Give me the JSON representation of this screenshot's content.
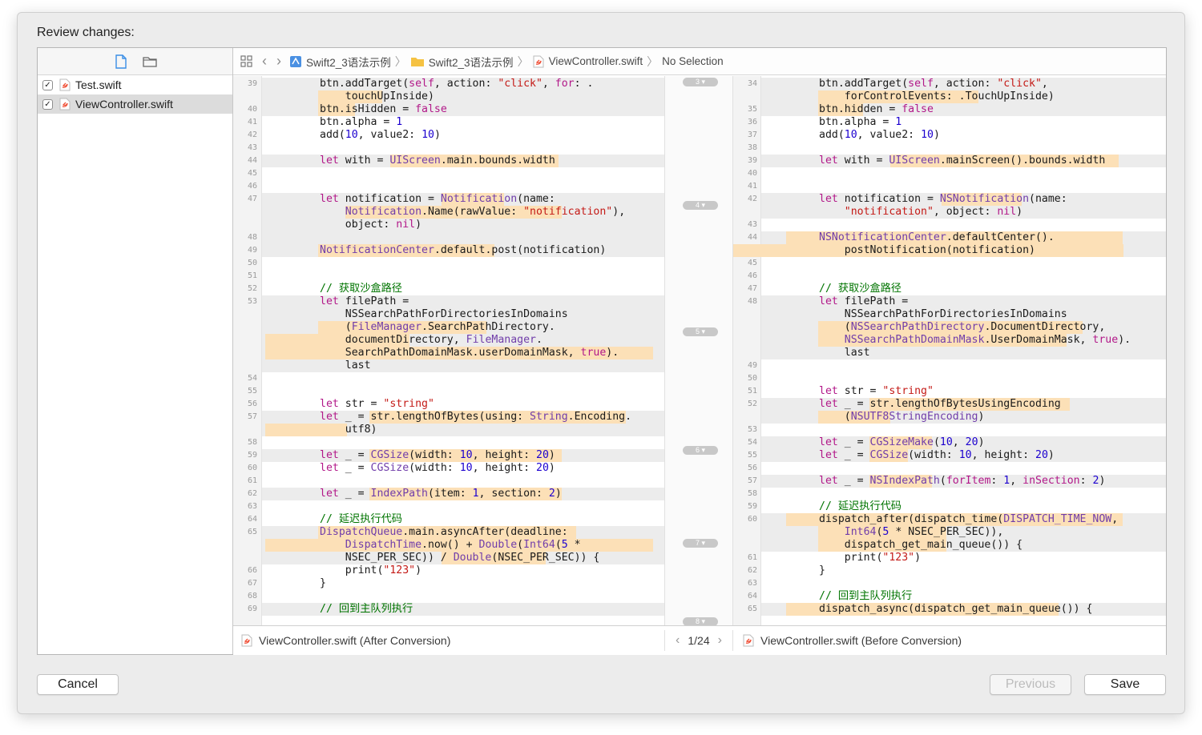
{
  "dialog": {
    "title": "Review changes:",
    "cancel_label": "Cancel",
    "previous_label": "Previous",
    "save_label": "Save"
  },
  "sidebar": {
    "files": [
      {
        "name": "Test.swift",
        "checked": true,
        "selected": false
      },
      {
        "name": "ViewController.swift",
        "checked": true,
        "selected": true
      }
    ]
  },
  "jumpbar": {
    "project": "Swift2_3语法示例",
    "folder": "Swift2_3语法示例",
    "file": "ViewController.swift",
    "selection": "No Selection"
  },
  "bottom": {
    "left_file": "ViewController.swift (After Conversion)",
    "counter": "1/24",
    "right_file": "ViewController.swift (Before Conversion)"
  },
  "change_markers": [
    "3",
    "4",
    "5",
    "6",
    "7",
    "8"
  ],
  "left_lines": [
    {
      "n": "39",
      "t": "btn.addTarget(self, action: \"click\", for: ."
    },
    {
      "n": "",
      "t": "    touchUpInside)"
    },
    {
      "n": "40",
      "t": "btn.isHidden = false"
    },
    {
      "n": "41",
      "t": "btn.alpha = 1"
    },
    {
      "n": "42",
      "t": "add(10, value2: 10)"
    },
    {
      "n": "43",
      "t": ""
    },
    {
      "n": "44",
      "t": "let with = UIScreen.main.bounds.width"
    },
    {
      "n": "45",
      "t": ""
    },
    {
      "n": "46",
      "t": ""
    },
    {
      "n": "47",
      "t": "let notification = Notification(name:"
    },
    {
      "n": "",
      "t": "    Notification.Name(rawValue: \"notification\"),"
    },
    {
      "n": "",
      "t": "    object: nil)"
    },
    {
      "n": "48",
      "t": ""
    },
    {
      "n": "49",
      "t": "NotificationCenter.default.post(notification)"
    },
    {
      "n": "50",
      "t": ""
    },
    {
      "n": "51",
      "t": ""
    },
    {
      "n": "52",
      "t": "// 获取沙盒路径"
    },
    {
      "n": "53",
      "t": "let filePath ="
    },
    {
      "n": "",
      "t": "    NSSearchPathForDirectoriesInDomains"
    },
    {
      "n": "",
      "t": "    (FileManager.SearchPathDirectory."
    },
    {
      "n": "",
      "t": "    documentDirectory, FileManager."
    },
    {
      "n": "",
      "t": "    SearchPathDomainMask.userDomainMask, true)."
    },
    {
      "n": "",
      "t": "    last"
    },
    {
      "n": "54",
      "t": ""
    },
    {
      "n": "55",
      "t": ""
    },
    {
      "n": "56",
      "t": "let str = \"string\""
    },
    {
      "n": "57",
      "t": "let _ = str.lengthOfBytes(using: String.Encoding."
    },
    {
      "n": "",
      "t": "    utf8)"
    },
    {
      "n": "58",
      "t": ""
    },
    {
      "n": "59",
      "t": "let _ = CGSize(width: 10, height: 20)"
    },
    {
      "n": "60",
      "t": "let _ = CGSize(width: 10, height: 20)"
    },
    {
      "n": "61",
      "t": ""
    },
    {
      "n": "62",
      "t": "let _ = IndexPath(item: 1, section: 2)"
    },
    {
      "n": "63",
      "t": ""
    },
    {
      "n": "64",
      "t": "// 延迟执行代码"
    },
    {
      "n": "65",
      "t": "DispatchQueue.main.asyncAfter(deadline:"
    },
    {
      "n": "",
      "t": "    DispatchTime.now() + Double(Int64(5 *"
    },
    {
      "n": "",
      "t": "    NSEC_PER_SEC)) / Double(NSEC_PER_SEC)) {"
    },
    {
      "n": "66",
      "t": "    print(\"123\")"
    },
    {
      "n": "67",
      "t": "}"
    },
    {
      "n": "68",
      "t": ""
    },
    {
      "n": "69",
      "t": "// 回到主队列执行"
    }
  ],
  "right_lines": [
    {
      "n": "34",
      "t": "btn.addTarget(self, action: \"click\","
    },
    {
      "n": "",
      "t": "    forControlEvents: .TouchUpInside)"
    },
    {
      "n": "35",
      "t": "btn.hidden = false"
    },
    {
      "n": "36",
      "t": "btn.alpha = 1"
    },
    {
      "n": "37",
      "t": "add(10, value2: 10)"
    },
    {
      "n": "38",
      "t": ""
    },
    {
      "n": "39",
      "t": "let with = UIScreen.mainScreen().bounds.width"
    },
    {
      "n": "40",
      "t": ""
    },
    {
      "n": "41",
      "t": ""
    },
    {
      "n": "42",
      "t": "let notification = NSNotification(name:"
    },
    {
      "n": "",
      "t": "    \"notification\", object: nil)"
    },
    {
      "n": "43",
      "t": ""
    },
    {
      "n": "44",
      "t": "NSNotificationCenter.defaultCenter()."
    },
    {
      "n": "",
      "t": "    postNotification(notification)"
    },
    {
      "n": "45",
      "t": ""
    },
    {
      "n": "46",
      "t": ""
    },
    {
      "n": "47",
      "t": "// 获取沙盒路径"
    },
    {
      "n": "48",
      "t": "let filePath ="
    },
    {
      "n": "",
      "t": "    NSSearchPathForDirectoriesInDomains"
    },
    {
      "n": "",
      "t": "    (NSSearchPathDirectory.DocumentDirectory,"
    },
    {
      "n": "",
      "t": "    NSSearchPathDomainMask.UserDomainMask, true)."
    },
    {
      "n": "",
      "t": "    last"
    },
    {
      "n": "49",
      "t": ""
    },
    {
      "n": "50",
      "t": ""
    },
    {
      "n": "51",
      "t": "let str = \"string\""
    },
    {
      "n": "52",
      "t": "let _ = str.lengthOfBytesUsingEncoding"
    },
    {
      "n": "",
      "t": "    (NSUTF8StringEncoding)"
    },
    {
      "n": "53",
      "t": ""
    },
    {
      "n": "54",
      "t": "let _ = CGSizeMake(10, 20)"
    },
    {
      "n": "55",
      "t": "let _ = CGSize(width: 10, height: 20)"
    },
    {
      "n": "56",
      "t": ""
    },
    {
      "n": "57",
      "t": "let _ = NSIndexPath(forItem: 1, inSection: 2)"
    },
    {
      "n": "58",
      "t": ""
    },
    {
      "n": "59",
      "t": "// 延迟执行代码"
    },
    {
      "n": "60",
      "t": "dispatch_after(dispatch_time(DISPATCH_TIME_NOW,"
    },
    {
      "n": "",
      "t": "    Int64(5 * NSEC_PER_SEC)),"
    },
    {
      "n": "",
      "t": "    dispatch_get_main_queue()) {"
    },
    {
      "n": "61",
      "t": "    print(\"123\")"
    },
    {
      "n": "62",
      "t": "}"
    },
    {
      "n": "63",
      "t": ""
    },
    {
      "n": "64",
      "t": "// 回到主队列执行"
    },
    {
      "n": "65",
      "t": "dispatch_async(dispatch_get_main_queue()) {"
    }
  ]
}
